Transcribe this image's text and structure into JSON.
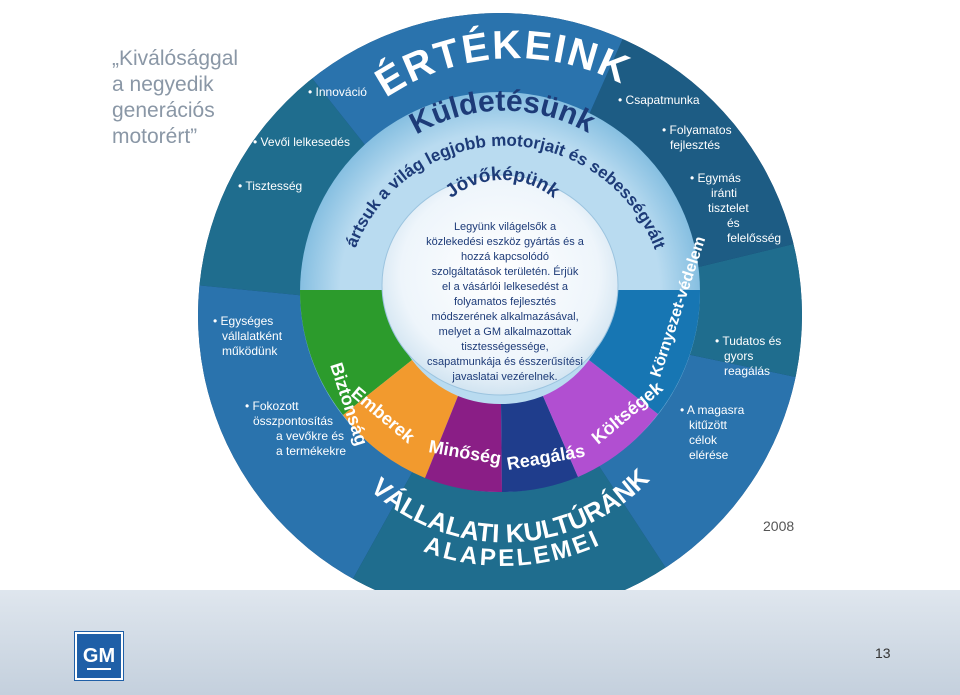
{
  "tagline": [
    "„Kiválósággal",
    "a negyedik",
    "generációs",
    "motorért”"
  ],
  "year": "2008",
  "page_number": "13",
  "logo_text": "GM",
  "colors": {
    "dark_navy": "#163f66",
    "teal": "#1f6d8e",
    "blue": "#2a73ad",
    "light_ring": "#8fc3e4",
    "sector_green": "#2c9b2c",
    "sector_orange": "#f29a2e",
    "sector_purple": "#8a1e86",
    "sector_navy": "#1f3d8c",
    "sector_violet": "#b14fd1",
    "sector_blue": "#1776b3",
    "footer": "#cfd9e4"
  },
  "outer_title": "ÉRTÉKEINK",
  "outer_bottom_title_1": "VÁLLALATI KULTÚRÁNK",
  "outer_bottom_title_2": "ALAPELEMEI",
  "mission_title": "Küldetésünk",
  "mission_text": "Gyártsuk a világ legjobb motorjait és sebességváltóit",
  "vision_title": "Jövőképünk",
  "vision_lines": [
    "Legyünk világelsők a",
    "közlekedési eszköz gyártás és a",
    "hozzá kapcsolódó",
    "szolgáltatások területén. Érjük",
    "el a vásárlói lelkesedést a",
    "folyamatos fejlesztés",
    "módszerének alkalmazásával,",
    "melyet a GM alkalmazottak",
    "tisztességessége,",
    "csapatmunkája és ésszerűsítési",
    "javaslatai vezérelnek."
  ],
  "sectors": [
    "Biztonság",
    "Emberek",
    "Minőség",
    "Reagálás",
    "Költségek",
    "Környezet-védelem"
  ],
  "values": {
    "innovacio": "Innováció",
    "vevoi": "Vevői lelkesedés",
    "tisztesseg": "Tisztesség",
    "egyseges": [
      "Egységes",
      "vállalatként",
      "működünk"
    ],
    "fokozott": [
      "Fokozott",
      "összpontosítás",
      "a vevőkre és",
      "a termékekre"
    ],
    "csapatmunka": "Csapatmunka",
    "folyamatos": [
      "Folyamatos",
      "fejlesztés"
    ],
    "egymas": [
      "Egymás",
      "iránti",
      "tisztelet",
      "és",
      "felelősség"
    ],
    "tudatos": [
      "Tudatos és",
      "gyors",
      "reagálás"
    ],
    "magasra": [
      "A magasra",
      "kitűzött",
      "célok",
      "elérése"
    ]
  }
}
